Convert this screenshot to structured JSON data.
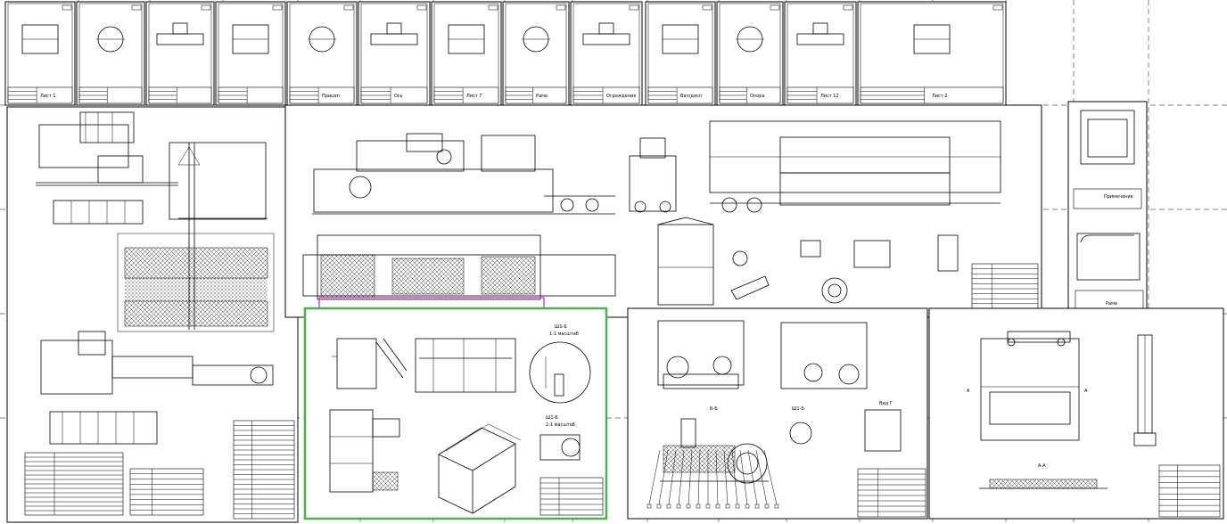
{
  "sheets_top": [
    {
      "title": "Лист 1"
    },
    {
      "title": ""
    },
    {
      "title": ""
    },
    {
      "title": ""
    },
    {
      "title": "Прицеп"
    },
    {
      "title": "Ось"
    },
    {
      "title": "Лист 7"
    },
    {
      "title": "Рама"
    },
    {
      "title": "Ограждение"
    },
    {
      "title": "Вал/дисп"
    },
    {
      "title": "Опора"
    },
    {
      "title": "Лист 12"
    },
    {
      "title": "Лист 2"
    }
  ],
  "right_sheet": {
    "title1": "Примечание",
    "title2": "Рама"
  },
  "view_labels": {
    "green_top": "Ш1-Б",
    "green_top2": "1:1 масштаб",
    "green_mid": "Ш1-Б",
    "green_mid2": "2:1 масштаб",
    "center_b": "Б-Б",
    "center_v": "Ш1-Б",
    "center_g": "Вид Г",
    "right_a": "А-А",
    "right_marker1": "А",
    "right_marker2": "А"
  },
  "colors": {
    "selection_green": "#4caf50",
    "selection_magenta": "#d24ad2",
    "line": "#000000",
    "background": "#ffffff"
  }
}
